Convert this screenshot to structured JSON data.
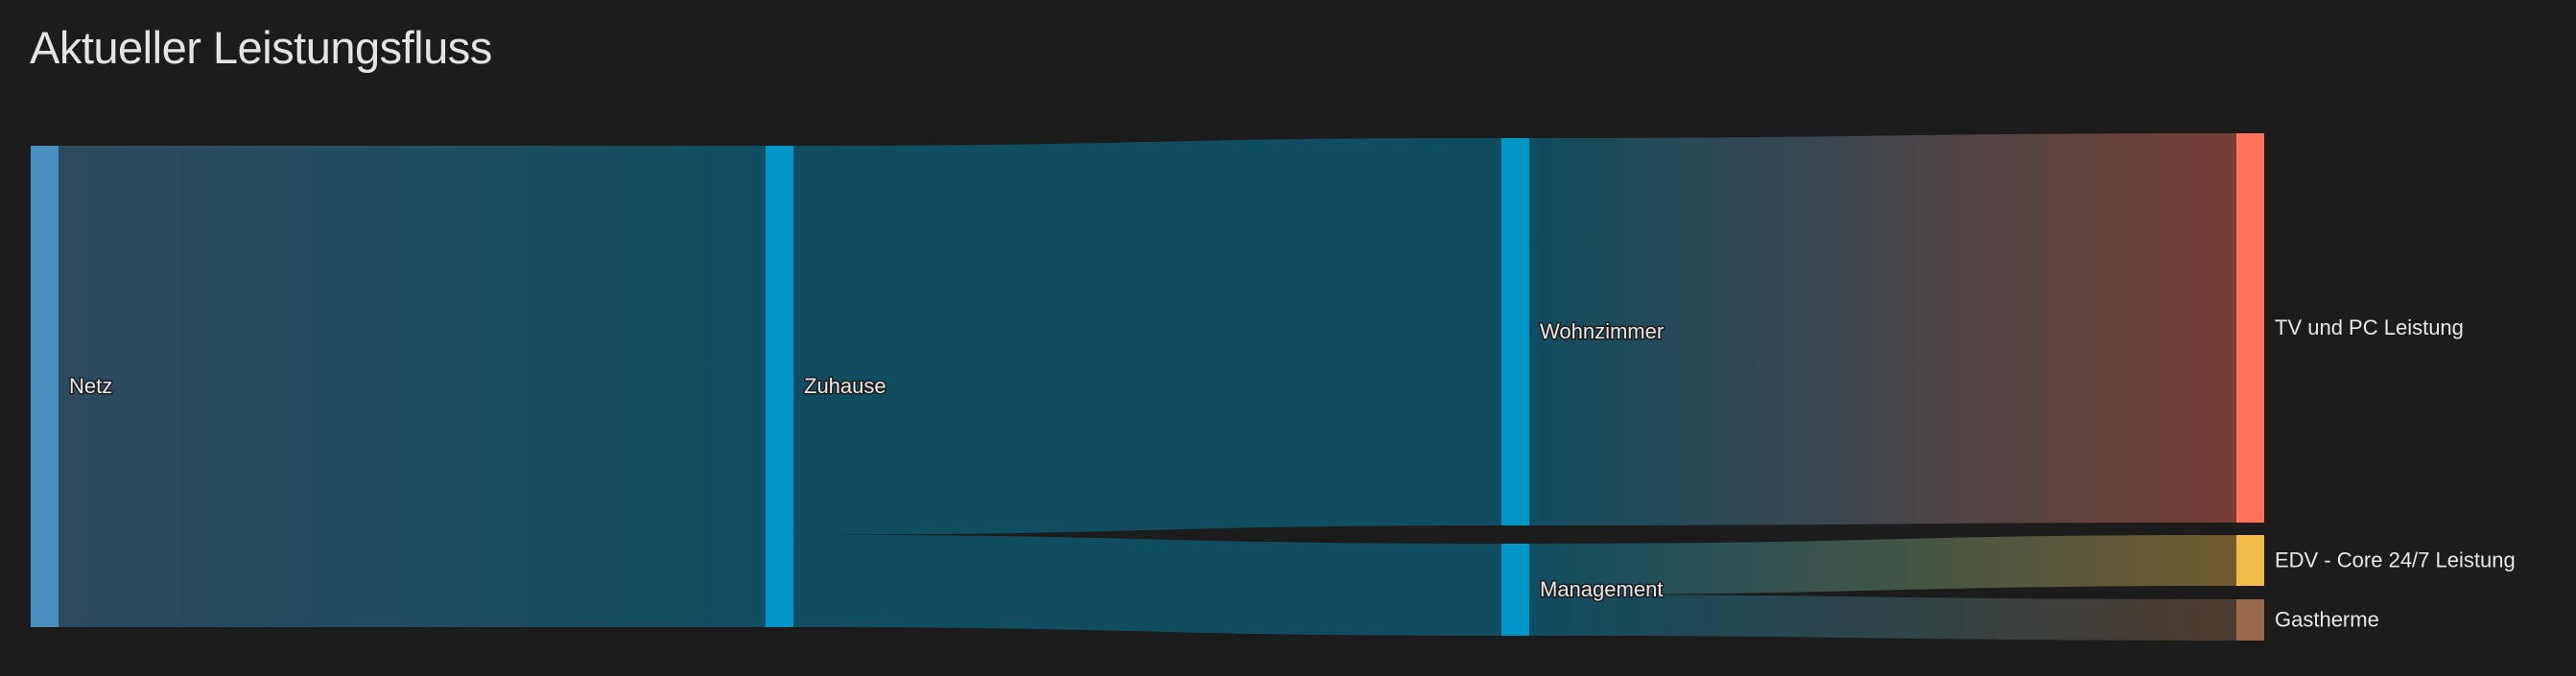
{
  "header": {
    "title": "Aktueller Leistungsfluss"
  },
  "chart_data": {
    "type": "sankey",
    "title": "Aktueller Leistungsfluss",
    "nodes": [
      {
        "id": "netz",
        "label": "Netz",
        "color": "#488fc2"
      },
      {
        "id": "zuhause",
        "label": "Zuhause",
        "color": "#0096c8"
      },
      {
        "id": "wohnzimmer",
        "label": "Wohnzimmer",
        "color": "#0096c8"
      },
      {
        "id": "management",
        "label": "Management",
        "color": "#0096c8"
      },
      {
        "id": "tv",
        "label": "TV und PC Leistung",
        "color": "#ff7259"
      },
      {
        "id": "edv",
        "label": "EDV - Core 24/7 Leistung",
        "color": "#f2bb4a"
      },
      {
        "id": "gas",
        "label": "Gastherme",
        "color": "#9a6a4c"
      }
    ],
    "links": [
      {
        "source": "netz",
        "target": "zuhause",
        "value": 292
      },
      {
        "source": "zuhause",
        "target": "wohnzimmer",
        "value": 236
      },
      {
        "source": "zuhause",
        "target": "management",
        "value": 56
      },
      {
        "source": "wohnzimmer",
        "target": "tv",
        "value": 236
      },
      {
        "source": "management",
        "target": "edv",
        "value": 31
      },
      {
        "source": "management",
        "target": "gas",
        "value": 25
      }
    ],
    "units": "relative (no values printed)"
  }
}
